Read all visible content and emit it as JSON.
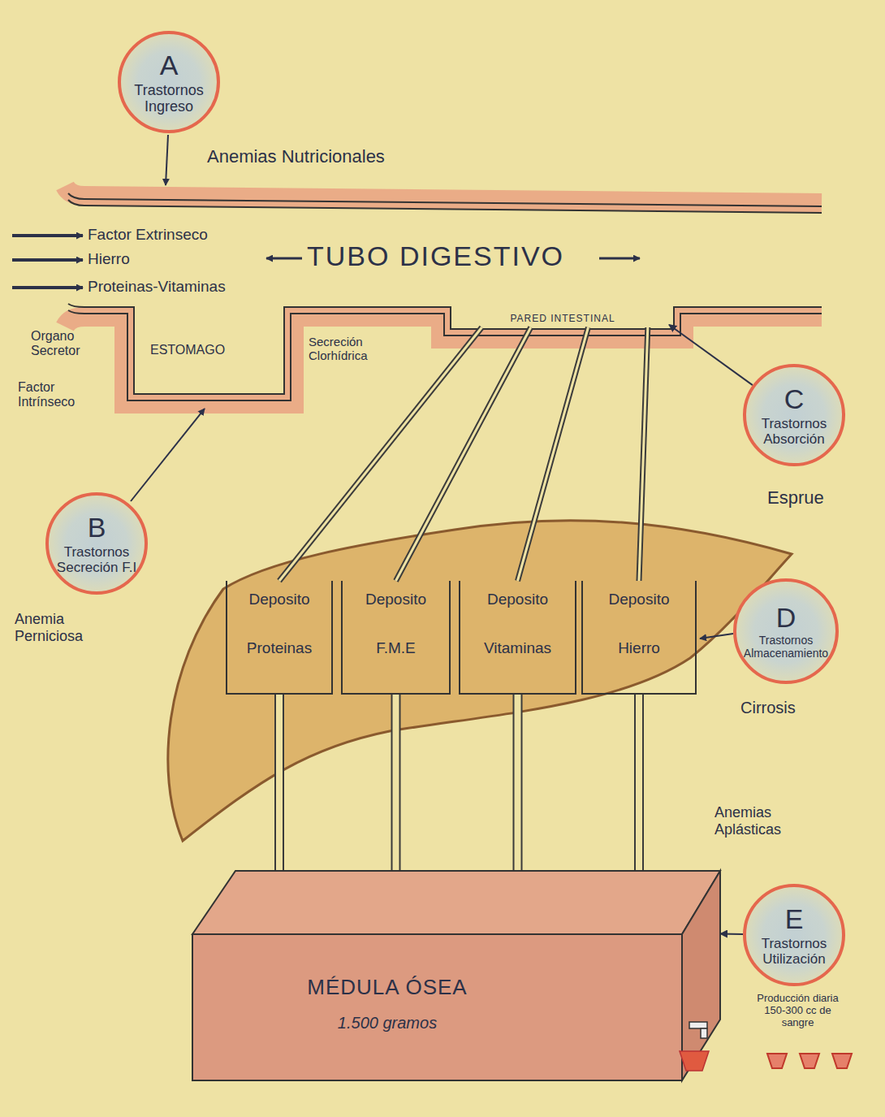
{
  "diagram": {
    "nodes": [
      {
        "text": [
          "A",
          "Trastornos Ingreso"
        ]
      },
      {
        "text": [
          "PARED INTESTINAL"
        ]
      },
      {
        "text": [
          "B",
          "Trastornos Secreción F.I"
        ]
      },
      {
        "text": [
          "C",
          "Trastornos Absorción"
        ]
      },
      {
        "text": [
          "Deposito",
          "Proteinas"
        ]
      },
      {
        "text": [
          "Deposito",
          "F.M.E"
        ]
      },
      {
        "text": [
          "Deposito",
          "Vitaminas"
        ]
      },
      {
        "text": [
          "Deposito",
          "Hierro"
        ]
      },
      {
        "text": [
          "D",
          "Trastornos Almacenamiento"
        ]
      },
      {
        "text": [
          "MÉDULA ÓSEA",
          "1.500 gramos"
        ]
      },
      {
        "text": [
          "E",
          "Trastornos Utilización"
        ]
      }
    ],
    "edges": [
      {
        "from": 3,
        "to": 1,
        "arrow": "to"
      },
      {
        "from": 1,
        "to": 4,
        "arrow": "none"
      },
      {
        "from": 1,
        "to": 5,
        "arrow": "none"
      },
      {
        "from": 1,
        "to": 6,
        "arrow": "none"
      },
      {
        "from": 1,
        "to": 7,
        "arrow": "none"
      },
      {
        "from": 4,
        "to": 9,
        "arrow": "none"
      },
      {
        "from": 5,
        "to": 9,
        "arrow": "none"
      },
      {
        "from": 6,
        "to": 9,
        "arrow": "none"
      },
      {
        "from": 7,
        "to": 9,
        "arrow": "none"
      },
      {
        "from": 10,
        "to": 9,
        "arrow": "to"
      }
    ],
    "labels": [
      "Anemias Nutricionales",
      "Factor Extrinseco",
      "Hierro",
      "Proteinas-Vitaminas",
      "TUBO DIGESTIVO",
      "Organo Secretor",
      "ESTOMAGO",
      "Secreción Clorhídrica",
      "Factor Intrínseco",
      "Esprue",
      "Anemia Perniciosa",
      "Cirrosis",
      "Anemias Aplásticas",
      "Producción diaria 150-300 cc de sangre"
    ]
  }
}
